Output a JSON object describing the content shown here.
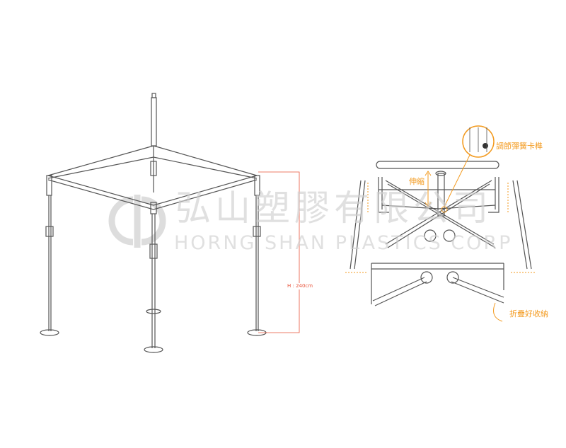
{
  "watermark": {
    "company_cn": "弘山塑膠有限公司",
    "company_en": "HORNG SHAN PLASTICS CORP"
  },
  "dimension": {
    "height_label": "H : 240cm"
  },
  "callouts": {
    "spring_lock": "調節彈簧卡榫",
    "telescopic": "伸縮",
    "folded_storage": "折疊好收納"
  },
  "colors": {
    "accent": "#f39a1e",
    "dimension": "#e8533a",
    "line": "#555555",
    "watermark": "#d0d0d0"
  }
}
